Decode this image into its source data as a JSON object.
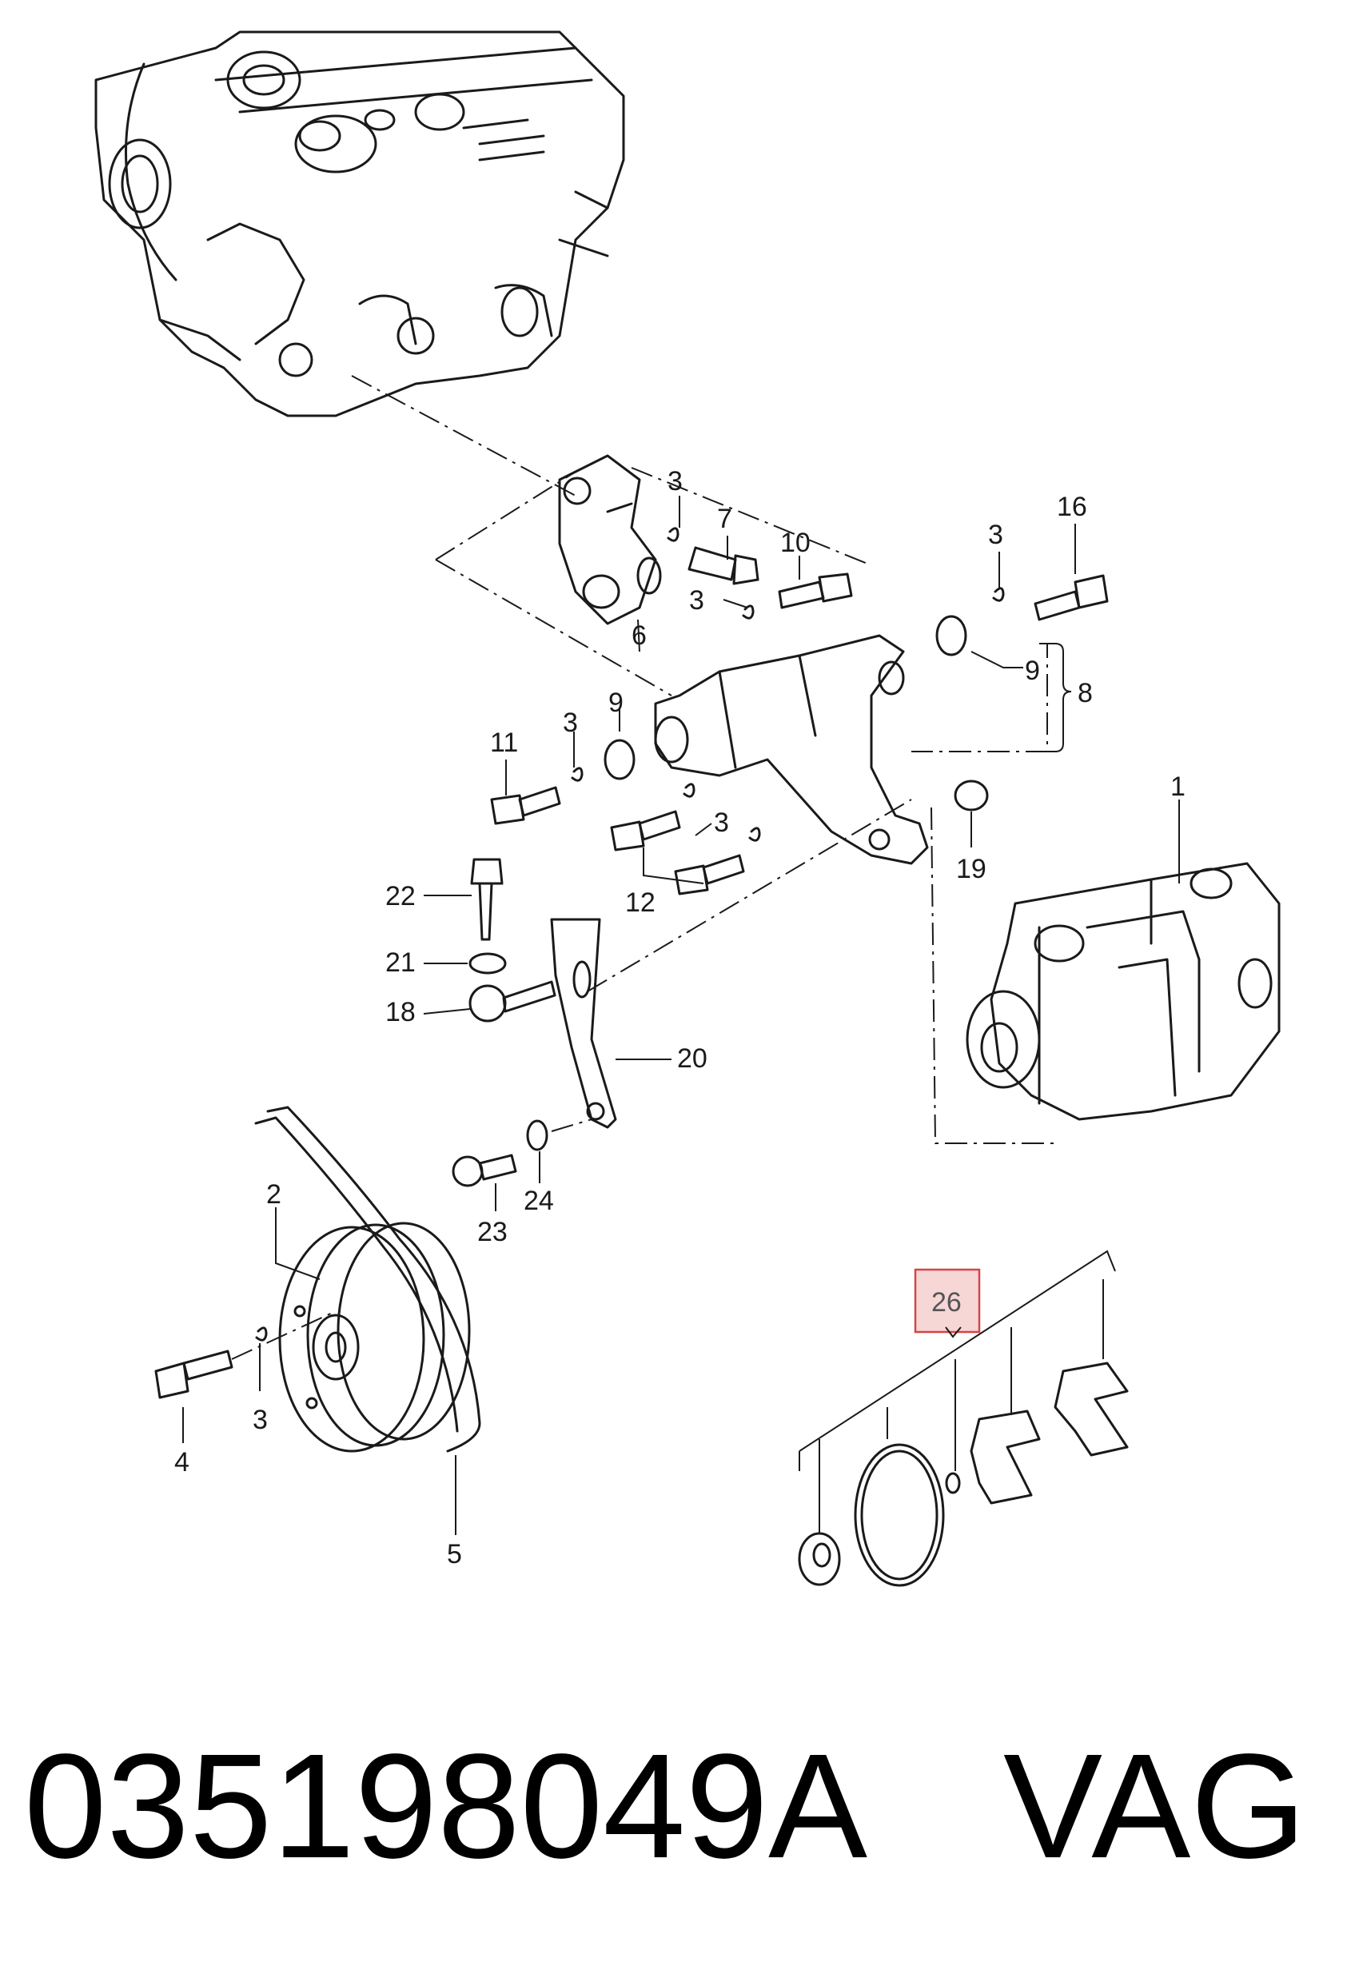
{
  "callouts": {
    "c1": "1",
    "c2": "2",
    "c3a": "3",
    "c3b": "3",
    "c3c": "3",
    "c3d": "3",
    "c3e": "3",
    "c3f": "3",
    "c4": "4",
    "c5": "5",
    "c6": "6",
    "c7": "7",
    "c8": "8",
    "c9a": "9",
    "c9b": "9",
    "c10": "10",
    "c11": "11",
    "c12": "12",
    "c16": "16",
    "c18": "18",
    "c19": "19",
    "c20": "20",
    "c21": "21",
    "c22": "22",
    "c23": "23",
    "c24": "24",
    "c26": "26"
  },
  "footer": {
    "part_number": "035198049A",
    "brand": "VAG"
  },
  "colors": {
    "line": "#1a1a1a",
    "highlight_fill": "#f7d6d6",
    "highlight_border": "#d64545"
  }
}
